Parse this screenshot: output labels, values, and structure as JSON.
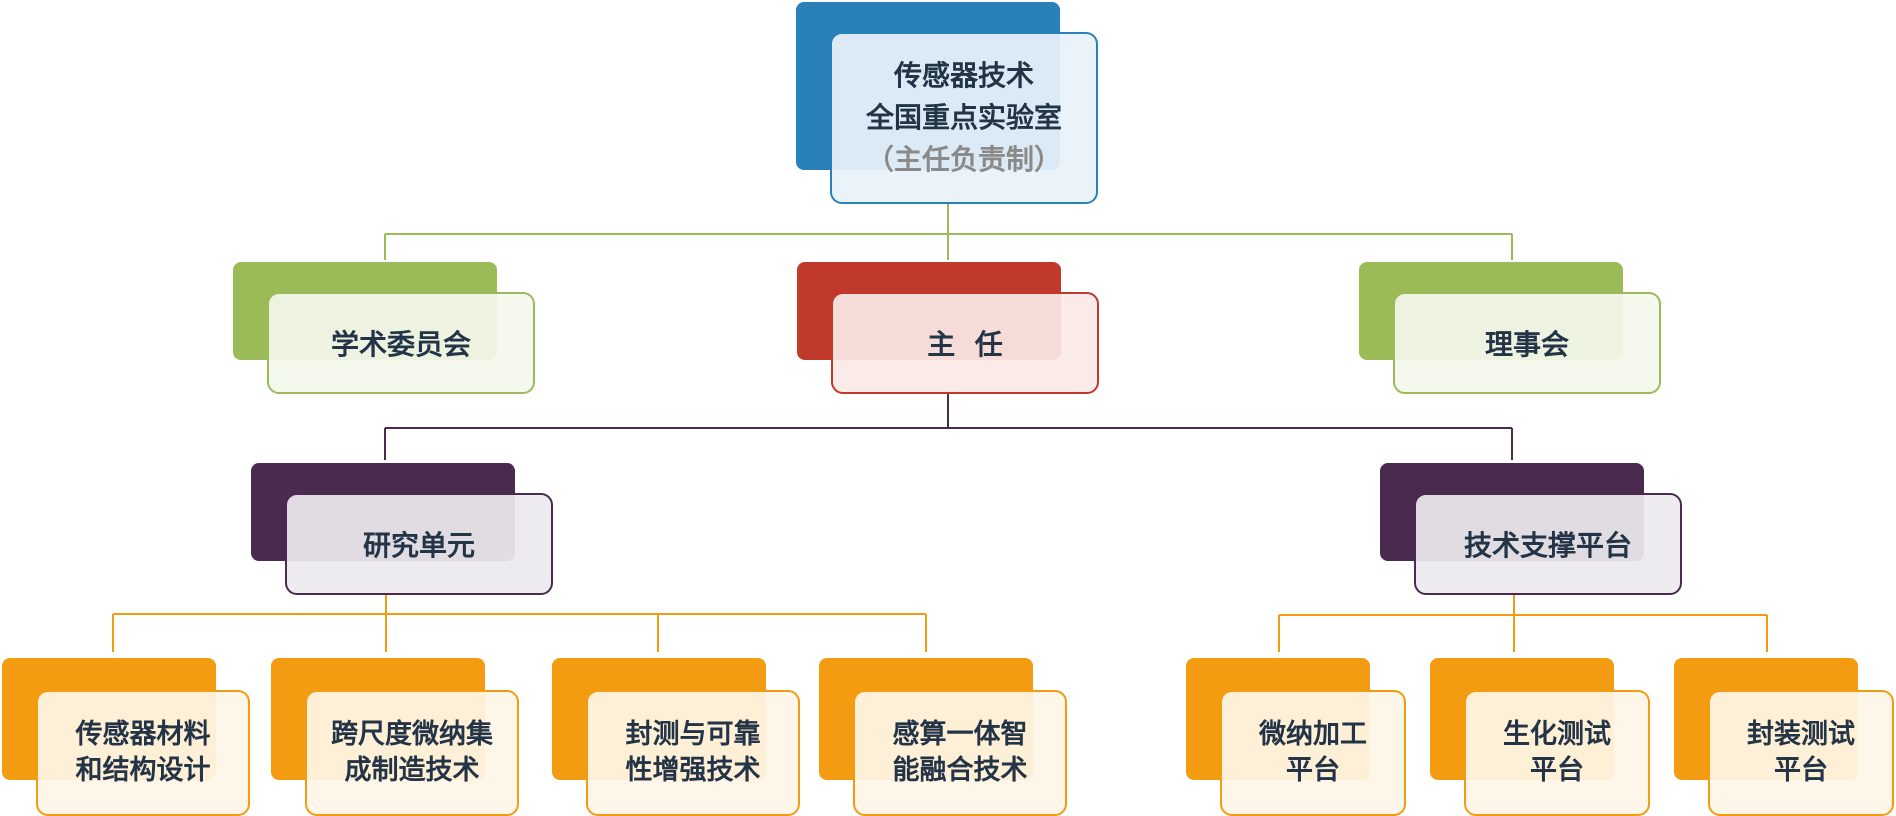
{
  "colors": {
    "root": "#2a80b9",
    "committee": "#9bbb59",
    "director": "#c0392b",
    "unit": "#4a2a4e",
    "leaf": "#f39c12",
    "text": "#243447",
    "subtext": "#8a8a8a"
  },
  "root": {
    "line1": "传感器技术",
    "line2": "全国重点实验室",
    "line3": "（主任负责制）"
  },
  "level1": {
    "academic": "学术委员会",
    "director": "主  任",
    "board": "理事会"
  },
  "level2": {
    "research": "研究单元",
    "platform": "技术支撑平台"
  },
  "research_units": [
    {
      "line1": "传感器材料",
      "line2": "和结构设计"
    },
    {
      "line1": "跨尺度微纳集",
      "line2": "成制造技术"
    },
    {
      "line1": "封测与可靠",
      "line2": "性增强技术"
    },
    {
      "line1": "感算一体智",
      "line2": "能融合技术"
    }
  ],
  "platforms": [
    {
      "line1": "微纳加工",
      "line2": "平台"
    },
    {
      "line1": "生化测试",
      "line2": "平台"
    },
    {
      "line1": "封装测试",
      "line2": "平台"
    }
  ]
}
